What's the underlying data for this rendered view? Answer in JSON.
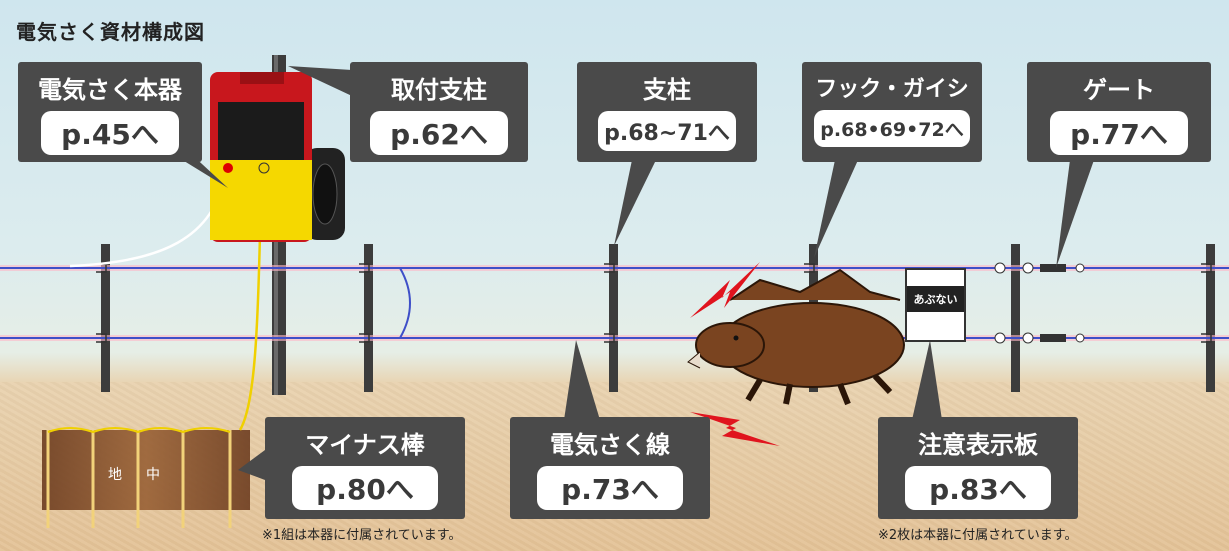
{
  "title": "電気さく資材構成図",
  "callouts": [
    {
      "label": "電気さく本器",
      "page": "p.45へ"
    },
    {
      "label": "取付支柱",
      "page": "p.62へ"
    },
    {
      "label": "支柱",
      "page": "p.68~71へ"
    },
    {
      "label": "フック・ガイシ",
      "page": "p.68•69•72へ"
    },
    {
      "label": "ゲート",
      "page": "p.77へ"
    },
    {
      "label": "マイナス棒",
      "page": "p.80へ"
    },
    {
      "label": "電気さく線",
      "page": "p.73へ"
    },
    {
      "label": "注意表示板",
      "page": "p.83へ"
    }
  ],
  "notes": {
    "minus_rod": "※1組は本器に付属されています。",
    "sign": "※2枚は本器に付属されています。"
  },
  "soil": {
    "left": "地",
    "right": "中"
  },
  "sign_text": "あぶない",
  "colors": {
    "callout_bg": "#4a4a4a",
    "wire": "#3e4fc8",
    "device_red": "#c8171d",
    "device_yellow": "#f5d800",
    "lead_yellow": "#f0d000"
  }
}
